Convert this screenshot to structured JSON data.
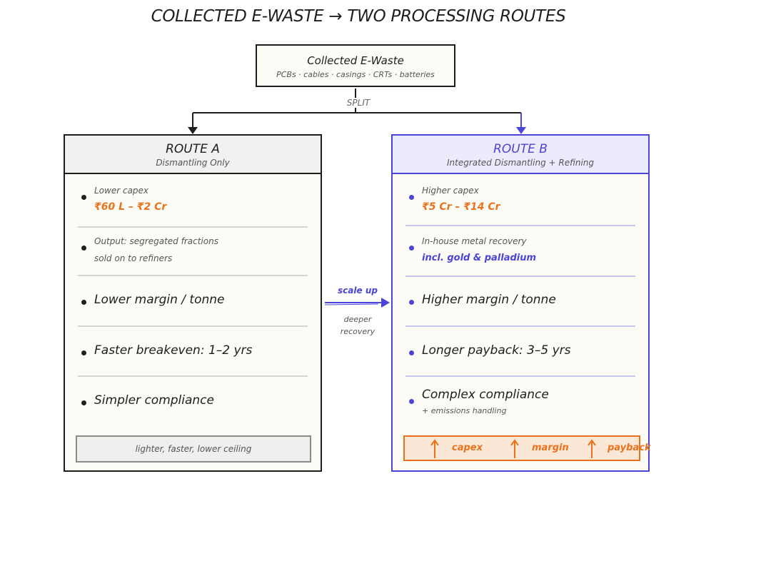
{
  "title": "COLLECTED E-WASTE → TWO PROCESSING ROUTES",
  "source": {
    "title": "Collected E-Waste",
    "subtitle": "PCBs · cables · casings · CRTs · batteries"
  },
  "split_label": "SPLIT",
  "route_a": {
    "name": "ROUTE A",
    "subtitle": "Dismantling Only",
    "capex_label": "Lower capex",
    "capex_value": "₹60 L – ₹2 Cr",
    "output_line1": "Output: segregated fractions",
    "output_line2": "sold on to refiners",
    "margin": "Lower margin / tonne",
    "breakeven": "Faster breakeven: 1–2 yrs",
    "compliance": "Simpler compliance",
    "footer": "lighter, faster, lower ceiling"
  },
  "route_b": {
    "name": "ROUTE B",
    "subtitle": "Integrated Dismantling + Refining",
    "capex_label": "Higher capex",
    "capex_value": "₹5 Cr – ₹14 Cr",
    "recovery_label": "In-house metal recovery",
    "recovery_value": "incl. gold & palladium",
    "margin": "Higher margin / tonne",
    "payback": "Longer payback: 3–5 yrs",
    "compliance": "Complex compliance",
    "compliance_note": "+ emissions handling",
    "footer_capex": "capex",
    "footer_margin": "margin",
    "footer_payback": "payback"
  },
  "connector": {
    "scale_label": "scale up",
    "deeper_line1": "deeper",
    "deeper_line2": "recovery"
  },
  "colors": {
    "ink": "#1e1e1e",
    "accent_blue": "#4b44d8",
    "accent_orange": "#e8731c"
  }
}
